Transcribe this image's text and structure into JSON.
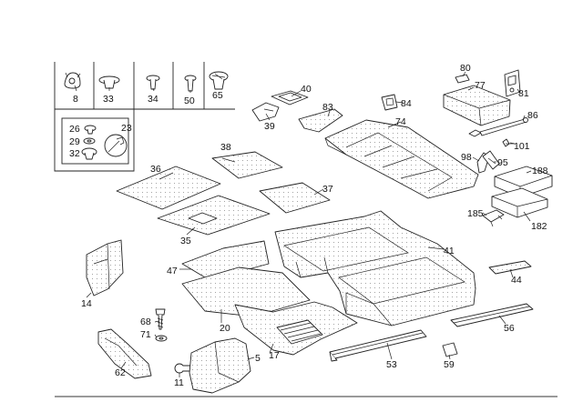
{
  "labels": {
    "l8": "8",
    "l33": "33",
    "l34": "34",
    "l50": "50",
    "l65": "65",
    "l26": "26",
    "l29": "29",
    "l32": "32",
    "l23": "23",
    "l36": "36",
    "l38": "38",
    "l37": "37",
    "l35": "35",
    "l39": "39",
    "l40": "40",
    "l83": "83",
    "l84": "84",
    "l74": "74",
    "l80": "80",
    "l77": "77",
    "l81": "81",
    "l86": "86",
    "l101": "101",
    "l98": "98",
    "l95": "95",
    "l188": "188",
    "l185": "185",
    "l182": "182",
    "l41": "41",
    "l44": "44",
    "l47": "47",
    "l20": "20",
    "l14": "14",
    "l68": "68",
    "l71": "71",
    "l62": "62",
    "l11": "11",
    "l5": "5",
    "l17": "17",
    "l53": "53",
    "l59": "59",
    "l56": "56"
  }
}
